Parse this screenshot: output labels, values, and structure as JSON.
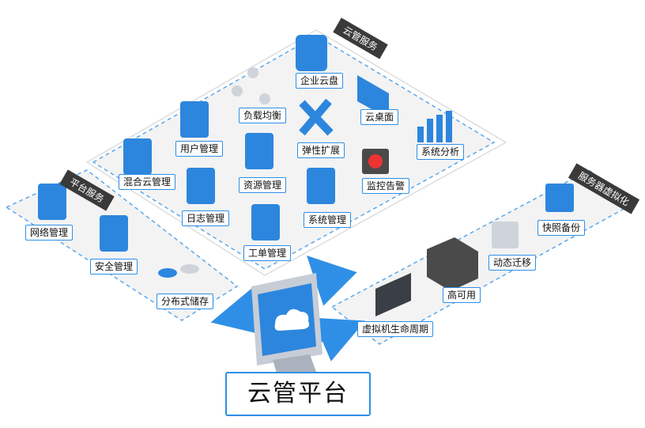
{
  "title": "云管平台",
  "groups": {
    "cloud_mgmt": "云管服务",
    "platform": "平台服务",
    "virtualization": "服务器虚拟化"
  },
  "nodes": {
    "enterprise_disk": "企业云盘",
    "load_balance": "负载均衡",
    "cloud_desktop": "云桌面",
    "user_mgmt": "用户管理",
    "elastic_scale": "弹性扩展",
    "sys_analysis": "系统分析",
    "hybrid_cloud": "混合云管理",
    "resource_mgmt": "资源管理",
    "monitor_alert": "监控告警",
    "log_mgmt": "日志管理",
    "system_mgmt": "系统管理",
    "ticket_mgmt": "工单管理",
    "network_mgmt": "网络管理",
    "security_mgmt": "安全管理",
    "dist_storage": "分布式储存",
    "snapshot_backup": "快照备份",
    "live_migration": "动态迁移",
    "high_avail": "高可用",
    "vm_lifecycle": "虚拟机生命周期"
  },
  "colors": {
    "accent": "#2f8fe6",
    "platform_dash": "#5aa9ee",
    "tag_bg": "#3a3a3a",
    "icon_blue": "#2d86dd",
    "icon_grey": "#c9ced6"
  }
}
